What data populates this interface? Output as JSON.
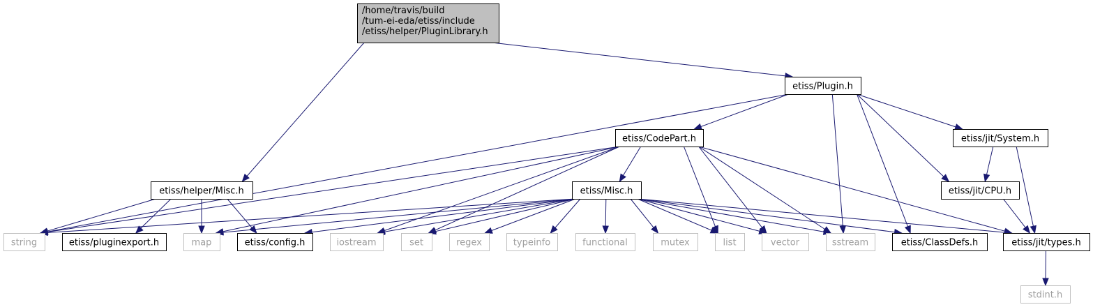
{
  "colors": {
    "edge": "#191970",
    "root_fill": "#bfbfbf",
    "box_border": "#000000",
    "system_border": "#bfbfbf",
    "system_text": "#a0a0a0"
  },
  "nodes": [
    {
      "id": "root",
      "kind": "root",
      "lines": [
        "/home/travis/build",
        "/tum-ei-eda/etiss/include",
        "/etiss/helper/PluginLibrary.h"
      ]
    },
    {
      "id": "plugin",
      "kind": "header",
      "lines": [
        "etiss/Plugin.h"
      ]
    },
    {
      "id": "codepart",
      "kind": "header",
      "lines": [
        "etiss/CodePart.h"
      ]
    },
    {
      "id": "system",
      "kind": "header",
      "lines": [
        "etiss/jit/System.h"
      ]
    },
    {
      "id": "helpermisc",
      "kind": "header",
      "lines": [
        "etiss/helper/Misc.h"
      ]
    },
    {
      "id": "misc",
      "kind": "header",
      "lines": [
        "etiss/Misc.h"
      ]
    },
    {
      "id": "cpu",
      "kind": "header",
      "lines": [
        "etiss/jit/CPU.h"
      ]
    },
    {
      "id": "string",
      "kind": "system",
      "lines": [
        "string"
      ]
    },
    {
      "id": "pluginexport",
      "kind": "header",
      "lines": [
        "etiss/pluginexport.h"
      ]
    },
    {
      "id": "map",
      "kind": "system",
      "lines": [
        "map"
      ]
    },
    {
      "id": "config",
      "kind": "header",
      "lines": [
        "etiss/config.h"
      ]
    },
    {
      "id": "iostream",
      "kind": "system",
      "lines": [
        "iostream"
      ]
    },
    {
      "id": "set",
      "kind": "system",
      "lines": [
        "set"
      ]
    },
    {
      "id": "regex",
      "kind": "system",
      "lines": [
        "regex"
      ]
    },
    {
      "id": "typeinfo",
      "kind": "system",
      "lines": [
        "typeinfo"
      ]
    },
    {
      "id": "functional",
      "kind": "system",
      "lines": [
        "functional"
      ]
    },
    {
      "id": "mutex",
      "kind": "system",
      "lines": [
        "mutex"
      ]
    },
    {
      "id": "list",
      "kind": "system",
      "lines": [
        "list"
      ]
    },
    {
      "id": "vector",
      "kind": "system",
      "lines": [
        "vector"
      ]
    },
    {
      "id": "sstream",
      "kind": "system",
      "lines": [
        "sstream"
      ]
    },
    {
      "id": "classdefs",
      "kind": "header",
      "lines": [
        "etiss/ClassDefs.h"
      ]
    },
    {
      "id": "types",
      "kind": "header",
      "lines": [
        "etiss/jit/types.h"
      ]
    },
    {
      "id": "stdint",
      "kind": "system",
      "lines": [
        "stdint.h"
      ]
    }
  ],
  "edges": [
    [
      "root",
      "plugin"
    ],
    [
      "root",
      "helpermisc"
    ],
    [
      "plugin",
      "string"
    ],
    [
      "plugin",
      "codepart"
    ],
    [
      "plugin",
      "system"
    ],
    [
      "plugin",
      "cpu"
    ],
    [
      "plugin",
      "sstream"
    ],
    [
      "plugin",
      "classdefs"
    ],
    [
      "codepart",
      "string"
    ],
    [
      "codepart",
      "map"
    ],
    [
      "codepart",
      "iostream"
    ],
    [
      "codepart",
      "set"
    ],
    [
      "codepart",
      "misc"
    ],
    [
      "codepart",
      "list"
    ],
    [
      "codepart",
      "vector"
    ],
    [
      "codepart",
      "sstream"
    ],
    [
      "codepart",
      "types"
    ],
    [
      "system",
      "cpu"
    ],
    [
      "system",
      "types"
    ],
    [
      "helpermisc",
      "string"
    ],
    [
      "helpermisc",
      "pluginexport"
    ],
    [
      "helpermisc",
      "map"
    ],
    [
      "helpermisc",
      "config"
    ],
    [
      "misc",
      "string"
    ],
    [
      "misc",
      "map"
    ],
    [
      "misc",
      "config"
    ],
    [
      "misc",
      "iostream"
    ],
    [
      "misc",
      "set"
    ],
    [
      "misc",
      "regex"
    ],
    [
      "misc",
      "typeinfo"
    ],
    [
      "misc",
      "functional"
    ],
    [
      "misc",
      "mutex"
    ],
    [
      "misc",
      "list"
    ],
    [
      "misc",
      "vector"
    ],
    [
      "misc",
      "sstream"
    ],
    [
      "misc",
      "classdefs"
    ],
    [
      "misc",
      "types"
    ],
    [
      "cpu",
      "types"
    ],
    [
      "types",
      "stdint"
    ]
  ]
}
